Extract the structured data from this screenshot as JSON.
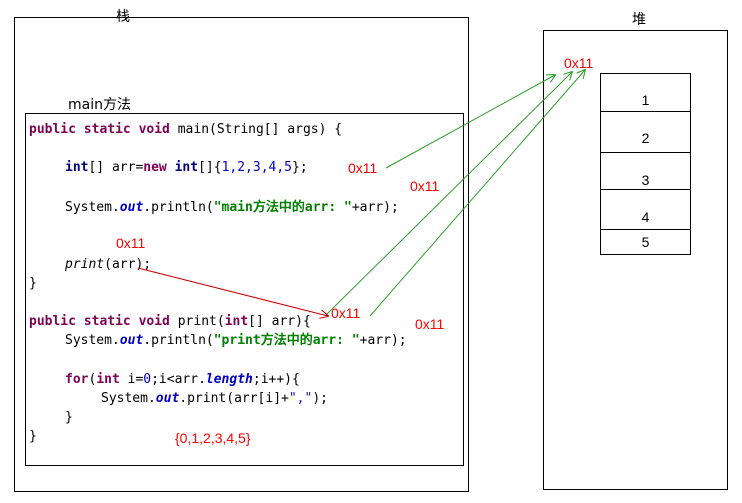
{
  "stack": {
    "label": "栈"
  },
  "heap": {
    "label": "堆",
    "address": "0x11",
    "cells": [
      "1",
      "2",
      "3",
      "4",
      "5"
    ]
  },
  "main_frame": {
    "label": "main方法"
  },
  "code": {
    "line1": {
      "kw": "public static void",
      "rest": " main(String[] args) {"
    },
    "line2": {
      "kw1": "int",
      "a": "[] arr=",
      "kw2": "new",
      "b": " ",
      "kw3": "int",
      "c": "[]{",
      "nums": "1,2,3,4,5",
      "d": "};"
    },
    "line3": {
      "a": "System.",
      "fld": "out",
      "b": ".println(",
      "str": "\"main方法中的arr: \"",
      "c": "+arr);"
    },
    "line4": {
      "fn": "print",
      "rest": "(arr);"
    },
    "line5": "}",
    "line6": {
      "kw": "public static void",
      "a": " print(",
      "kw2": "int",
      "b": "[] arr){"
    },
    "line7": {
      "a": "System.",
      "fld": "out",
      "b": ".println(",
      "str": "\"print方法中的arr: \"",
      "c": "+arr);"
    },
    "line8": {
      "kw": "for",
      "a": "(",
      "kw2": "int",
      "b": " i=",
      "n0": "0",
      "c": ";i<arr.",
      "fld": "length",
      "d": ";i++){"
    },
    "line9": {
      "a": "System.",
      "fld": "out",
      "b": ".print(arr[i]+",
      "str": "\",\"",
      "c": ");"
    },
    "line10": "}",
    "line11": "}"
  },
  "annotations": {
    "a1": "0x11",
    "a2": "0x11",
    "a3": "0x11",
    "a4": "0x11",
    "a5": "0x11",
    "output": "{0,1,2,3,4,5}"
  },
  "colors": {
    "arrow_green": "#2e9e2e",
    "arrow_red": "#cc0000",
    "annotation": "#ff0000"
  }
}
